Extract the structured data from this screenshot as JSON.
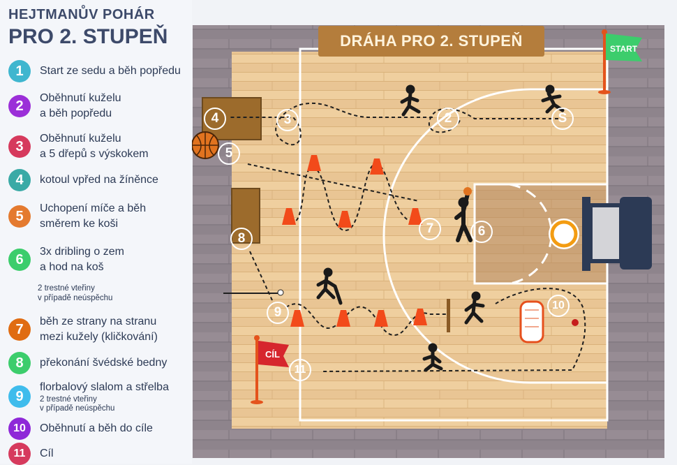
{
  "header": {
    "line1": "HEJTMANŮV POHÁR",
    "line2": "PRO 2. STUPEŇ"
  },
  "banner": "DRÁHA PRO 2. STUPEŇ",
  "start_flag": "START",
  "finish_flag": "CÍL",
  "legend": [
    {
      "num": "1",
      "text": "Start ze sedu a běh popředu",
      "color": "#3fb6cf"
    },
    {
      "num": "2",
      "text": "Oběhnutí kuželu\na běh popředu",
      "color": "#9b2fd8"
    },
    {
      "num": "3",
      "text": "Oběhnutí kuželu\na 5 dřepů s výskokem",
      "color": "#d63a5d"
    },
    {
      "num": "4",
      "text": "kotoul vpřed na žíněnce",
      "color": "#3aaaa6"
    },
    {
      "num": "5",
      "text": "Uchopení míče a běh\nsměrem ke koši",
      "color": "#e47a2f"
    },
    {
      "num": "6",
      "text": "3x dribling o zem\na hod na koš",
      "color": "#3ccd6c"
    },
    {
      "num": "7",
      "text": "běh ze strany na stranu\nmezi kužely (kličkování)",
      "color": "#e06c12"
    },
    {
      "num": "8",
      "text": "překonání švédské bedny",
      "color": "#3ccd6c"
    },
    {
      "num": "9",
      "text": "florbalový slalom a střelba",
      "color": "#3fbcec"
    },
    {
      "num": "10",
      "text": "Oběhnutí a běh do cíle",
      "color": "#8e28d8"
    },
    {
      "num": "11",
      "text": "Cíl",
      "color": "#d63a5d"
    }
  ],
  "penalty_note": "2 trestné vteřiny\nv případě neúspěchu",
  "stations": [
    {
      "num": "S",
      "color": "#3ccd6c"
    },
    {
      "num": "2",
      "color": "#9b2fd8"
    },
    {
      "num": "3",
      "color": "#d63a5d"
    },
    {
      "num": "4",
      "color": "#3aaaa6"
    },
    {
      "num": "5",
      "color": "#e47a2f"
    },
    {
      "num": "6",
      "color": "#3ccd6c"
    },
    {
      "num": "7",
      "color": "#e06c12"
    },
    {
      "num": "8",
      "color": "#3ccd6c"
    },
    {
      "num": "9",
      "color": "#3fbcec"
    },
    {
      "num": "10",
      "color": "#8e28d8"
    },
    {
      "num": "11",
      "color": "#d63a5d"
    }
  ]
}
